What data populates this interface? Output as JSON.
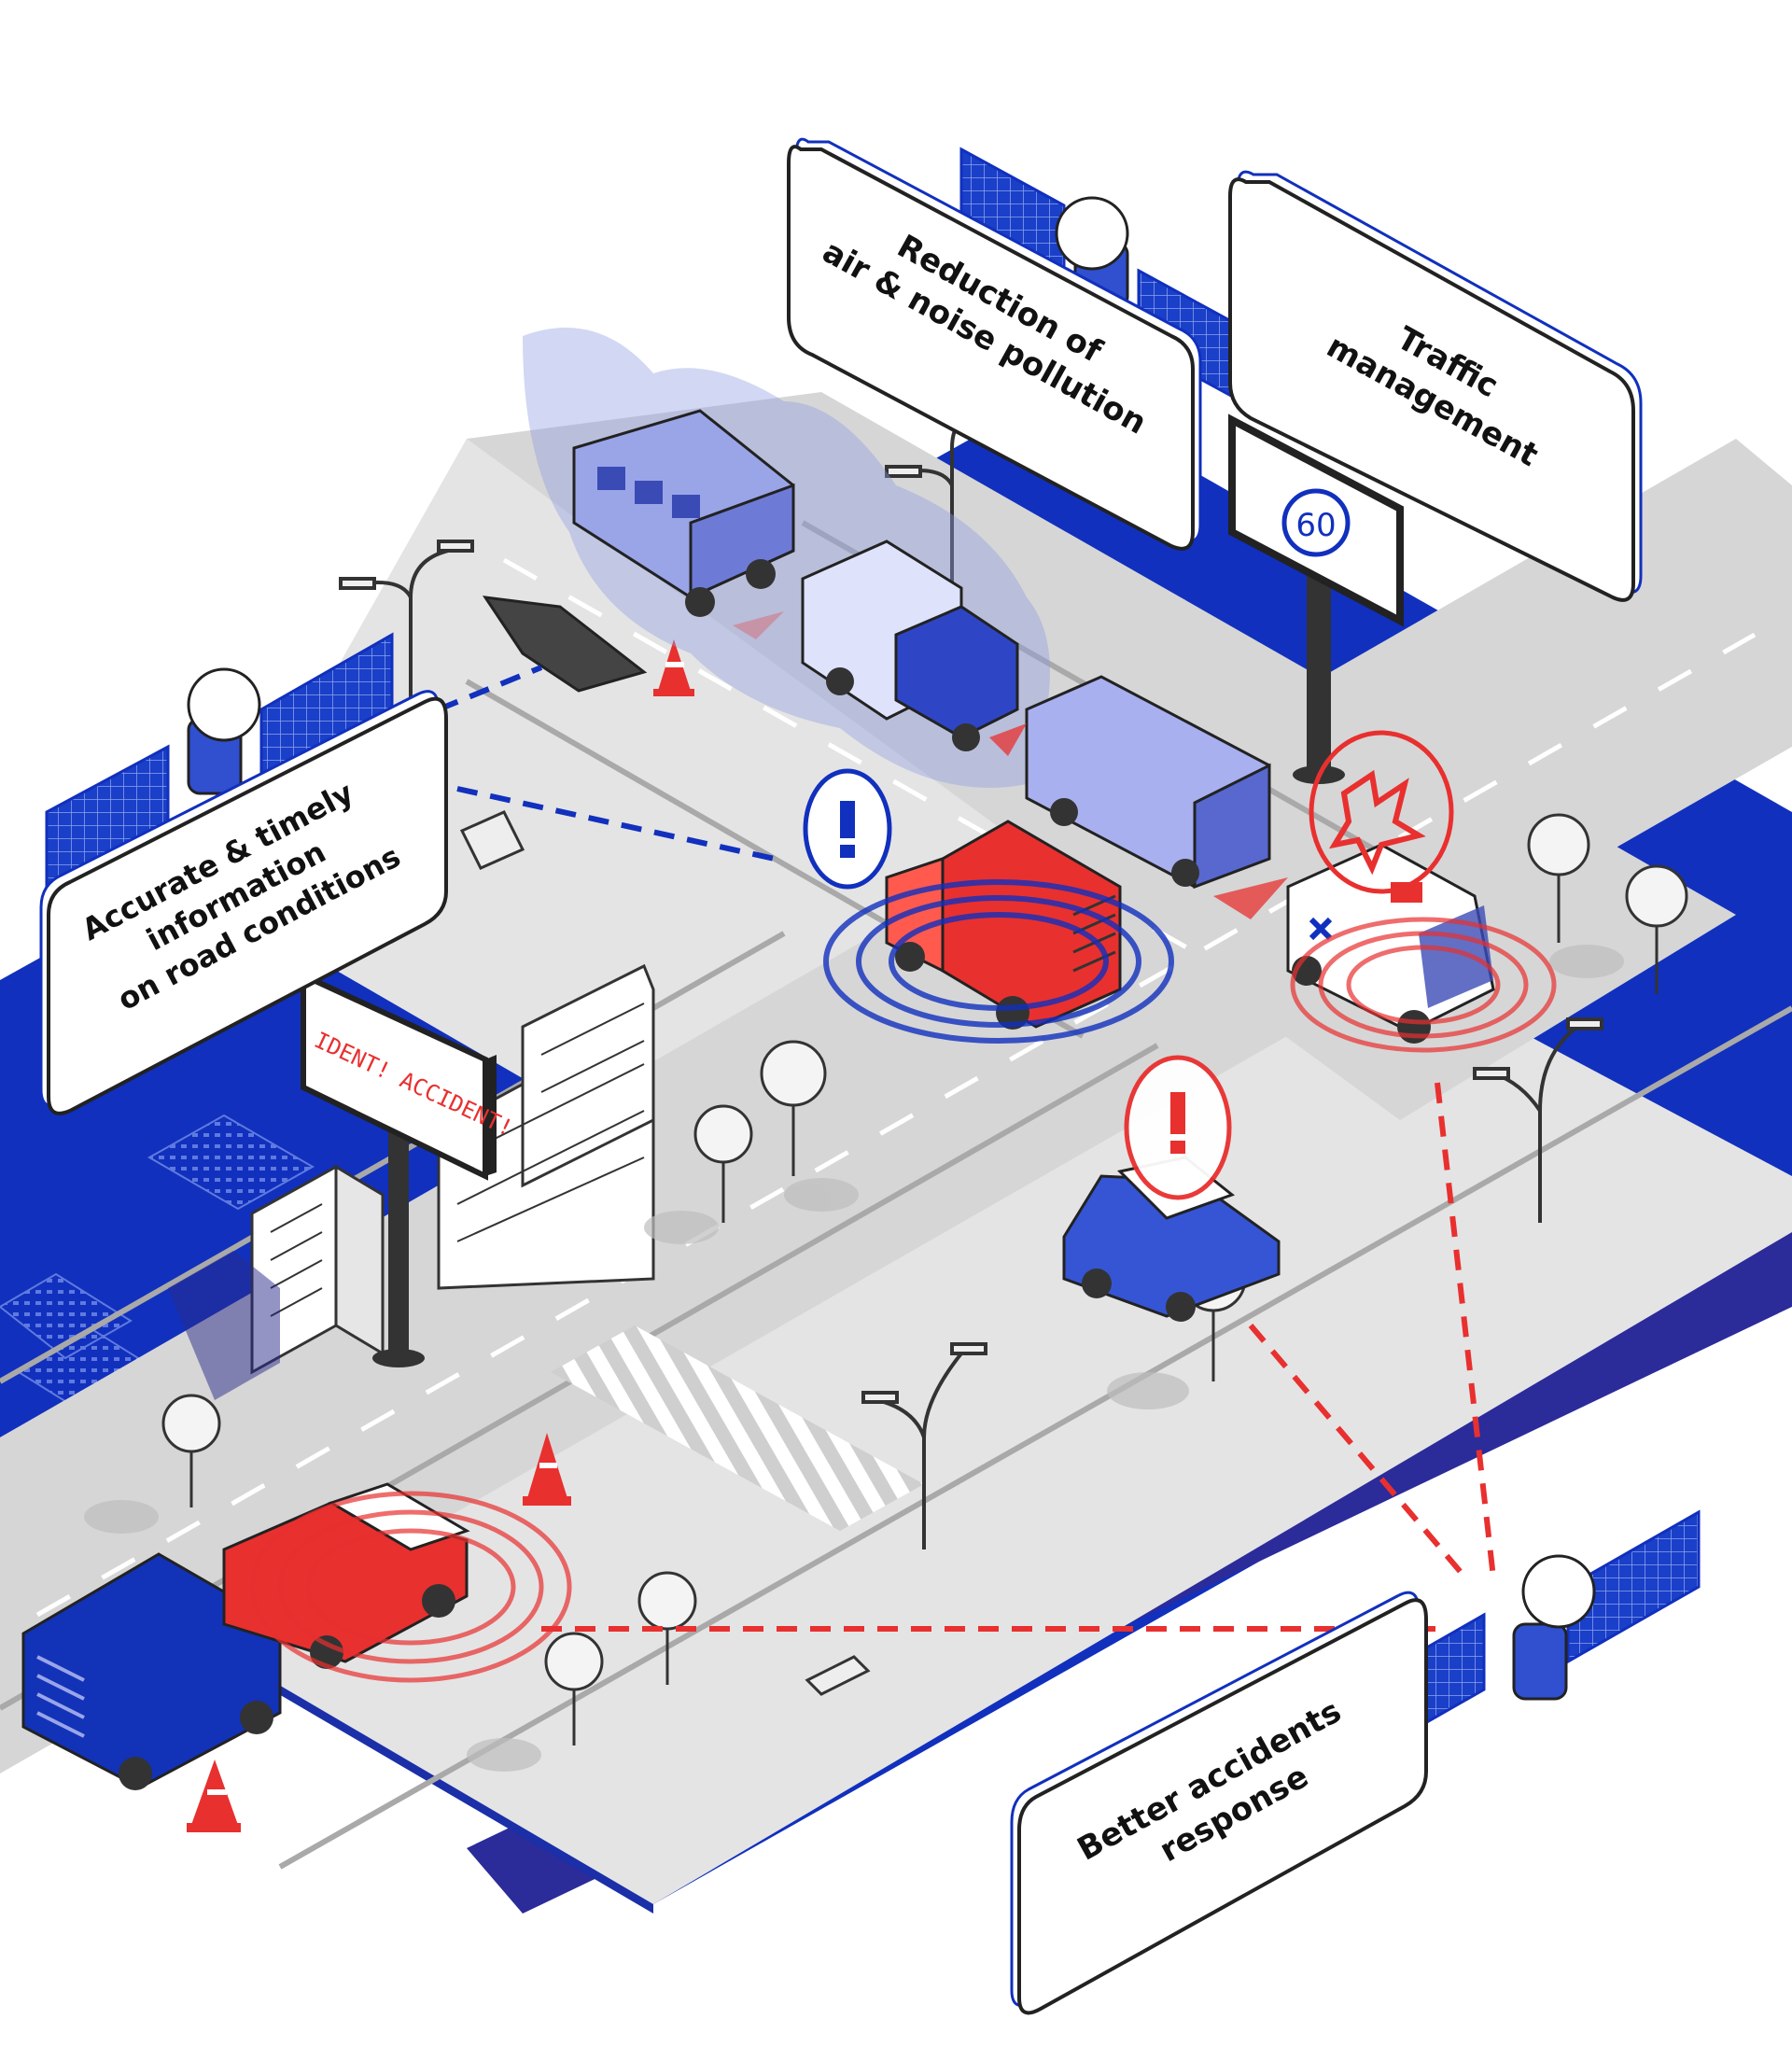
{
  "labels": {
    "pollution": [
      "Reduction of",
      "air & noise pollution"
    ],
    "traffic": [
      "Traffic",
      "management"
    ],
    "road_info": [
      "Accurate & timely",
      "information",
      "on road conditions"
    ],
    "accidents": [
      "Better accidents",
      "response"
    ]
  },
  "billboard_text": "IDENT! ACCIDENT!",
  "speed_sign": "60",
  "colors": {
    "blue": "#1232b8",
    "blue_light": "#8f9be0",
    "red": "#e8302f",
    "road": "#d9d9d9",
    "road_line": "#ffffff"
  },
  "icons": [
    "satellite-icon",
    "alert-icon",
    "explosion-icon",
    "traffic-cone-icon",
    "street-lamp-icon",
    "tree-icon"
  ]
}
